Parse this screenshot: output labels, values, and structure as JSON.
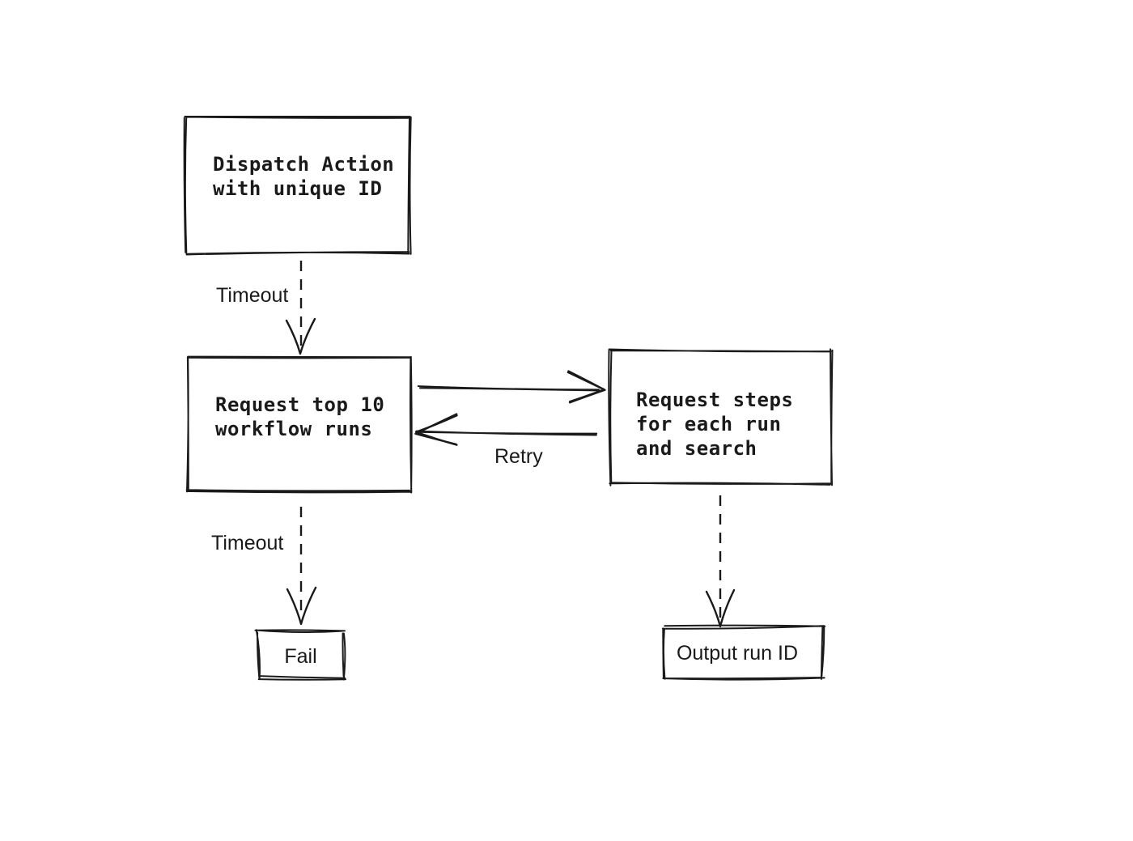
{
  "diagram": {
    "nodes": {
      "dispatch_action": {
        "text": "Dispatch Action\nwith unique ID"
      },
      "request_runs": {
        "text": "Request top 10\nworkflow runs"
      },
      "request_steps": {
        "text": "Request steps\nfor each run\nand search"
      },
      "fail": {
        "text": "Fail"
      },
      "output_run_id": {
        "text": "Output run ID"
      }
    },
    "edge_labels": {
      "timeout_top": "Timeout",
      "timeout_bottom": "Timeout",
      "retry": "Retry"
    },
    "colors": {
      "ink": "#1a1a1a",
      "background": "#ffffff"
    }
  }
}
